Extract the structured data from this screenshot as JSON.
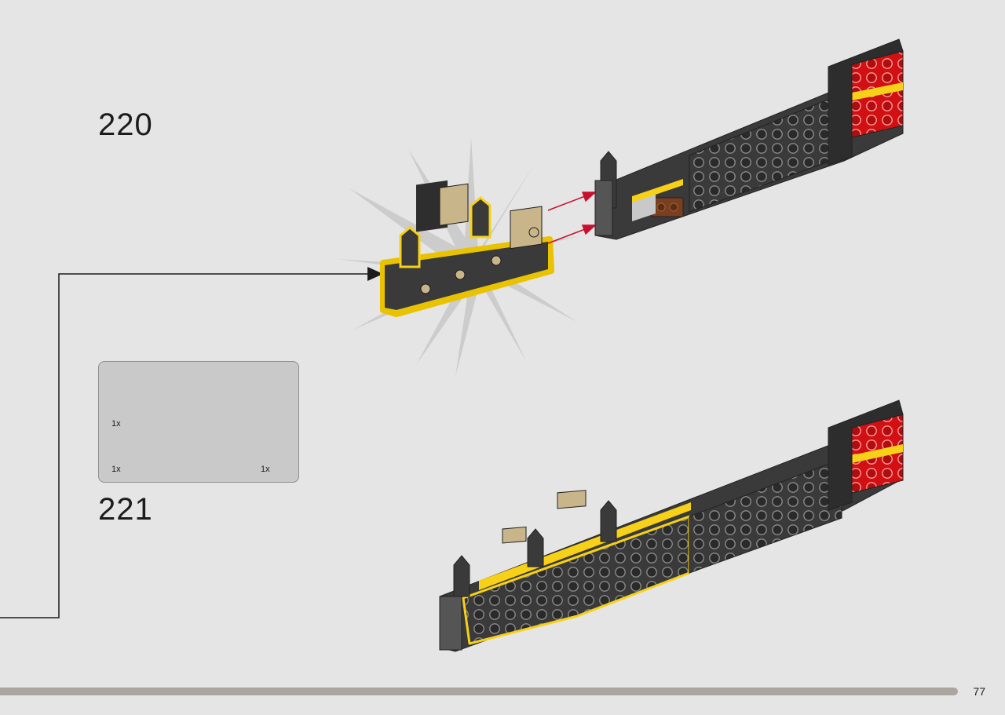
{
  "steps": {
    "step_a": "220",
    "step_b": "221"
  },
  "parts": [
    {
      "qty": "1x",
      "icon": "plate-2x6-icon"
    },
    {
      "qty": "1x",
      "icon": "plate-1x12-icon"
    },
    {
      "qty": "1x",
      "icon": "wedge-plate-icon"
    }
  ],
  "page": {
    "number": "77"
  },
  "colors": {
    "background": "#e5e5e5",
    "brick_dark": "#3a3a3a",
    "highlight": "#f7d117",
    "accent_red": "#d01012",
    "tan": "#c8b58a",
    "arrow_red": "#c8102e",
    "page_bar": "#aaa59f"
  }
}
